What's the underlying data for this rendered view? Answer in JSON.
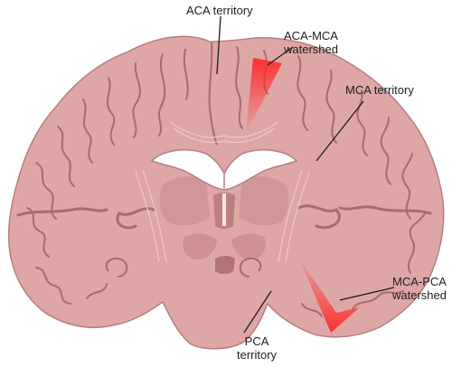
{
  "labels": {
    "aca_territory": "ACA territory",
    "aca_mca_watershed_line1": "ACA-MCA",
    "aca_mca_watershed_line2": "watershed",
    "mca_territory": "MCA territory",
    "mca_pca_watershed_line1": "MCA-PCA",
    "mca_pca_watershed_line2": "watershed",
    "pca_territory_line1": "PCA",
    "pca_territory_line2": "territory"
  },
  "colors": {
    "brain_fill": "#dfa6a6",
    "brain_outline": "#b47f7f",
    "sulcus": "#a86c6c",
    "ventricle": "#ffffff",
    "deep_structure": "#c98d8d",
    "watershed_red": "#ff2a2a",
    "leader_line": "#1d1d1d"
  }
}
